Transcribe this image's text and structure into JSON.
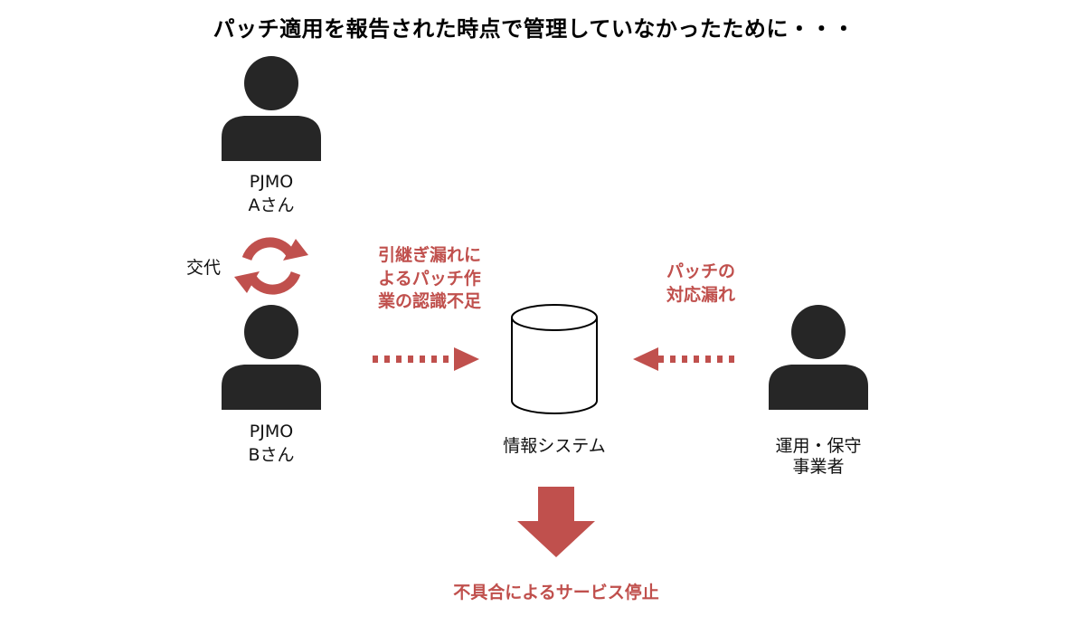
{
  "title": "パッチ適用を報告された時点で管理していなかったために・・・",
  "person_a": {
    "role": "PJMO",
    "name": "Aさん"
  },
  "person_b": {
    "role": "PJMO",
    "name": "Bさん"
  },
  "handover": {
    "label": "交代"
  },
  "left_issue": "引継ぎ漏れに\nよるパッチ作\n業の認識不足",
  "right_issue": "パッチの\n対応漏れ",
  "system": {
    "label": "情報システム"
  },
  "vendor": {
    "label": "運用・保守\n事業者"
  },
  "result": "不具合によるサービス停止",
  "colors": {
    "accent": "#c0504d",
    "person": "#262626"
  }
}
